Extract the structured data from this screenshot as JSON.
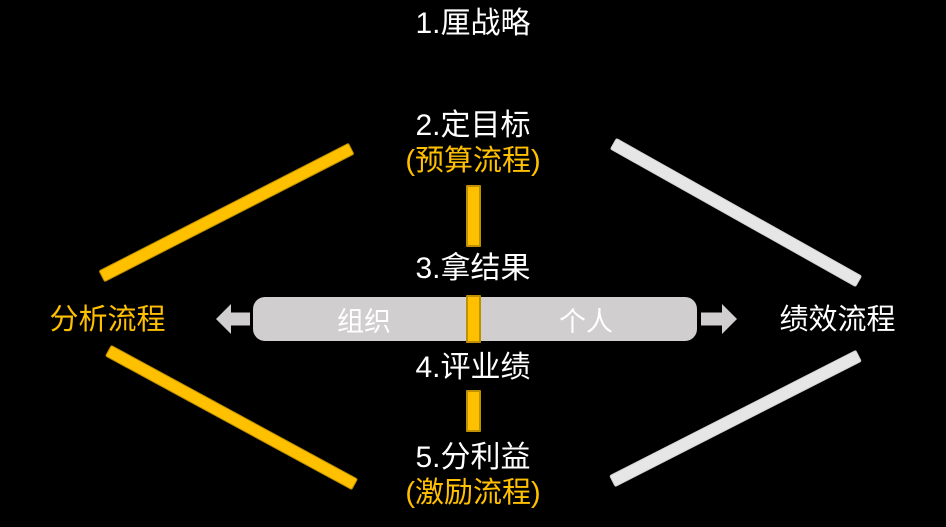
{
  "diagram": {
    "steps": [
      {
        "label": "1.厘战略"
      },
      {
        "label": "2.定目标",
        "sublabel": "(预算流程)"
      },
      {
        "label": "3.拿结果"
      },
      {
        "label": "4.评业绩"
      },
      {
        "label": "5.分利益",
        "sublabel": "(激励流程)"
      }
    ],
    "left_process_label": "分析流程",
    "right_process_label": "绩效流程",
    "bar": {
      "left_segment": "组织",
      "right_segment": "个人"
    }
  },
  "colors": {
    "bg": "#000000",
    "orange": "#FFC000",
    "orange-border": "#BF9000",
    "gray": "#D0CECE",
    "light": "#E7E6E6",
    "white": "#FFFFFF"
  }
}
